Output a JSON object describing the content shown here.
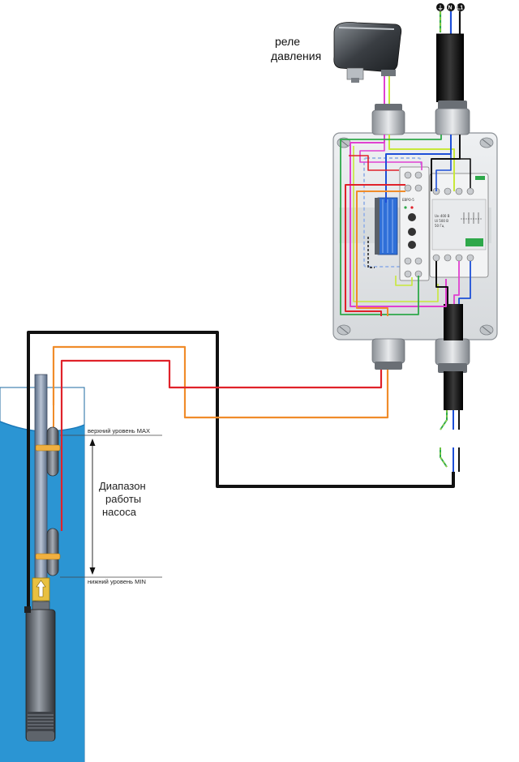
{
  "diagram": {
    "relay_label_line1": "реле",
    "relay_label_line2": "давления",
    "level_max_label": "верхний уровень MAX",
    "level_min_label": "нижний уровень MIN",
    "range_label_line1": "Диапазон",
    "range_label_line2": "работы",
    "range_label_line3": "насоса",
    "terminals": {
      "earth": "⏚",
      "neutral": "N",
      "line": "L1"
    },
    "module_texts": {
      "brand": "ЕВРО-5",
      "spec_line1": "Uн 400 В",
      "spec_line2": "Ui 500 В",
      "spec_line3": "50 Гц"
    },
    "colors": {
      "water": "#2b95d3",
      "red_wire": "#e0222a",
      "orange_wire": "#f08c2a",
      "black_wire": "#111111",
      "blue_wire": "#1d4fd8",
      "green_wire": "#2ea84a",
      "magenta_wire": "#e040d0",
      "yellow_green": "#c8e83a",
      "box_fill": "#e4e6e8"
    }
  }
}
